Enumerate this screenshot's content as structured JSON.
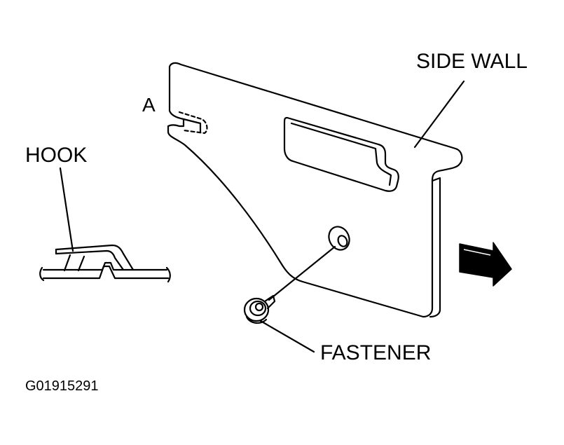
{
  "labels": {
    "side_wall": "SIDE WALL",
    "a": "A",
    "hook": "HOOK",
    "fastener": "FASTENER",
    "figure_code": "G01915291"
  },
  "colors": {
    "ink": "#000000",
    "paper": "#ffffff"
  },
  "icons": {
    "direction_arrow": "arrow-right-icon"
  }
}
